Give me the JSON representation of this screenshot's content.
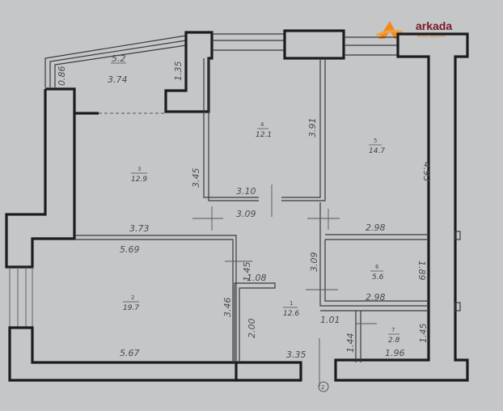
{
  "logo": {
    "name": "arkada",
    "tagline": "жилые кварталы",
    "accent": "#f28a1e",
    "text_color": "#7a1a2a"
  },
  "colors": {
    "background": "#c4c6c8",
    "wall": "#1c1c1e",
    "text": "#4a4c50"
  },
  "rooms": [
    {
      "id": "loggia",
      "number": "",
      "area": "5.2",
      "width": "3.74",
      "dims": [
        "0.86",
        "1.35"
      ]
    },
    {
      "id": "room1",
      "number": "1",
      "area": "12.6",
      "dims": [
        "1.08",
        "2.00",
        "3.35",
        "1.01"
      ]
    },
    {
      "id": "room2",
      "number": "2",
      "area": "19.7",
      "dims": [
        "5.69",
        "5.67",
        "3.46",
        "1.45"
      ]
    },
    {
      "id": "room3",
      "number": "3",
      "area": "12.9",
      "dims": [
        "3.73",
        "3.45"
      ]
    },
    {
      "id": "room4",
      "number": "4",
      "area": "12.1",
      "dims": [
        "3.10",
        "3.09",
        "3.91"
      ]
    },
    {
      "id": "room5",
      "number": "5",
      "area": "14.7",
      "dims": [
        "4.93",
        "2.98"
      ]
    },
    {
      "id": "room6",
      "number": "6",
      "area": "5.6",
      "dims": [
        "2.98",
        "1.89",
        "3.09"
      ]
    },
    {
      "id": "room7",
      "number": "7",
      "area": "2.8",
      "dims": [
        "1.96",
        "1.44",
        "1.45"
      ]
    }
  ],
  "axis_marker": "2"
}
